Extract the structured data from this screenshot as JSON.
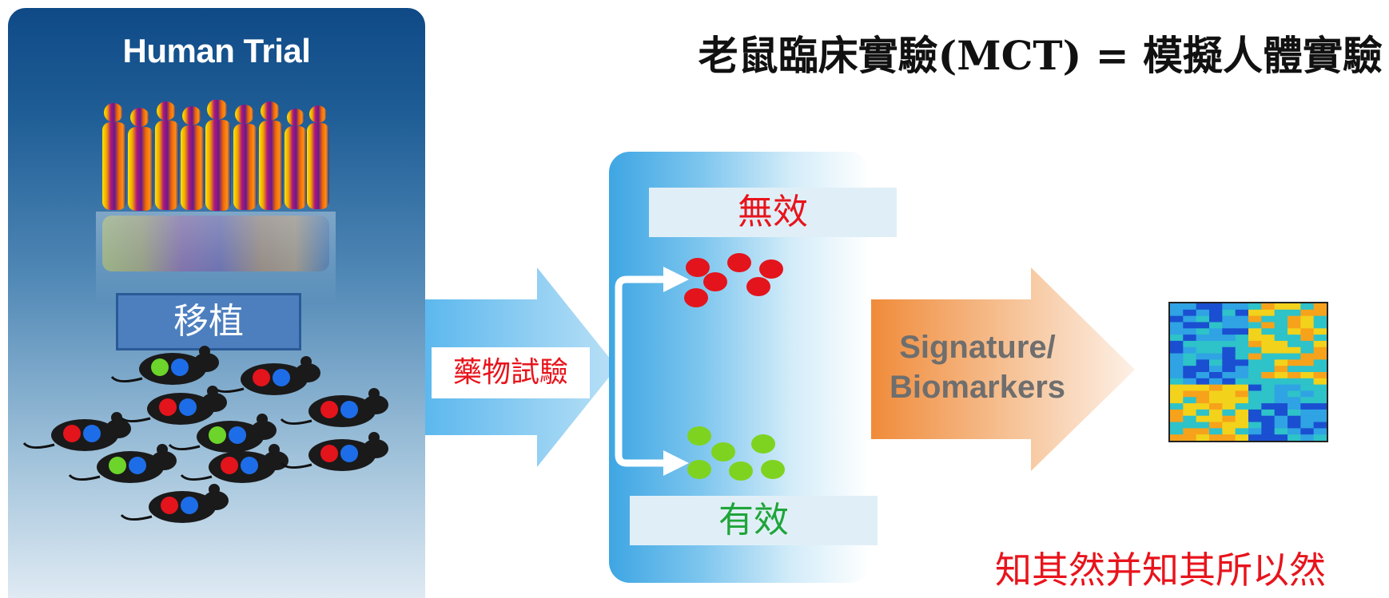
{
  "title": "老鼠臨床實驗(MCT) = 模擬人體實驗",
  "human_panel": {
    "title": "Human Trial",
    "transplant_label": "移植"
  },
  "drug_test_label": "藥物試驗",
  "outcomes": {
    "ineffective_label": "無效",
    "effective_label": "有效"
  },
  "signature": {
    "line1": "Signature/",
    "line2": "Biomarkers"
  },
  "caption": "知其然并知其所以然",
  "colors": {
    "panel_blue": "#1f5d96",
    "red_text": "#e8141c",
    "green_text": "#1fa53a",
    "arrow_orange": "#f08b3a",
    "arrow_blue": "#3ea6e3"
  },
  "icons": [
    "people-silhouettes-icon",
    "mouse-icon",
    "arrow-icon",
    "heatmap-icon"
  ]
}
